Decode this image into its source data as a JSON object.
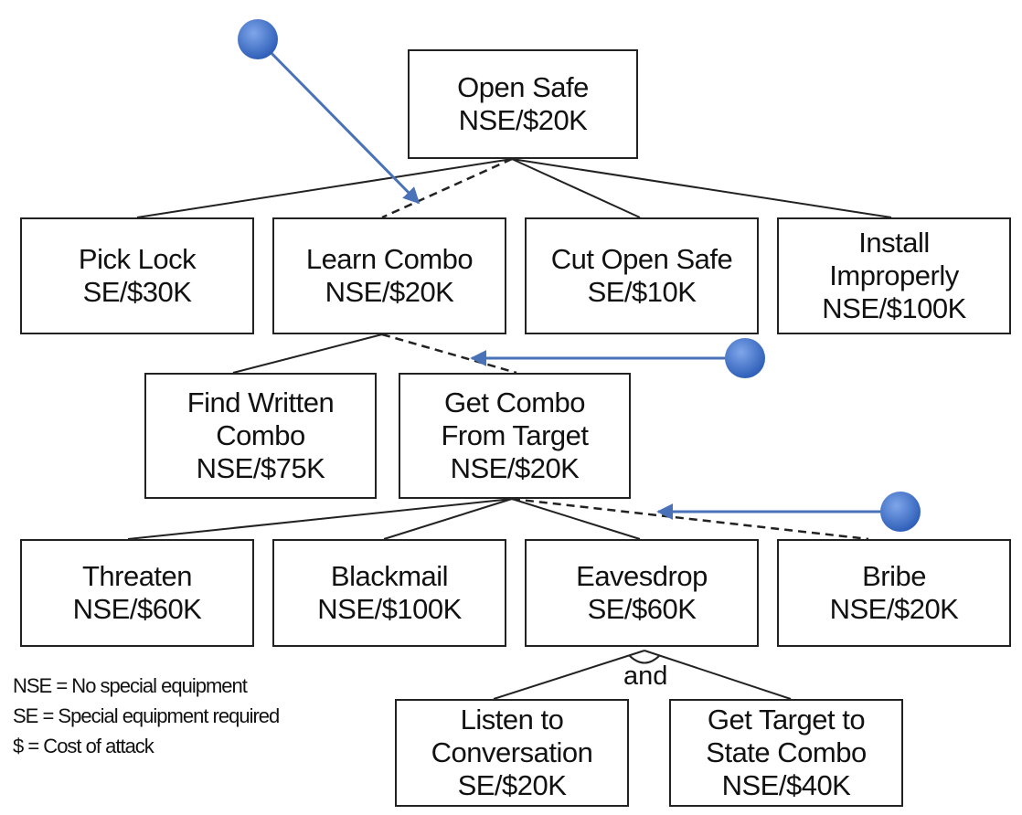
{
  "nodes": {
    "open_safe": {
      "lines": [
        "Open Safe",
        "NSE/$20K"
      ]
    },
    "pick_lock": {
      "lines": [
        "Pick Lock",
        "SE/$30K"
      ]
    },
    "learn_combo": {
      "lines": [
        "Learn Combo",
        "NSE/$20K"
      ]
    },
    "cut_open_safe": {
      "lines": [
        "Cut Open Safe",
        "SE/$10K"
      ]
    },
    "install_improperly": {
      "lines": [
        "Install",
        "Improperly",
        "NSE/$100K"
      ]
    },
    "find_written_combo": {
      "lines": [
        "Find Written",
        "Combo",
        "NSE/$75K"
      ]
    },
    "get_combo_from_target": {
      "lines": [
        "Get Combo",
        "From Target",
        "NSE/$20K"
      ]
    },
    "threaten": {
      "lines": [
        "Threaten",
        "NSE/$60K"
      ]
    },
    "blackmail": {
      "lines": [
        "Blackmail",
        "NSE/$100K"
      ]
    },
    "eavesdrop": {
      "lines": [
        "Eavesdrop",
        "SE/$60K"
      ]
    },
    "bribe": {
      "lines": [
        "Bribe",
        "NSE/$20K"
      ]
    },
    "listen_to_conversation": {
      "lines": [
        "Listen to",
        "Conversation",
        "SE/$20K"
      ]
    },
    "get_target_to_state_combo": {
      "lines": [
        "Get Target to",
        "State Combo",
        "NSE/$40K"
      ]
    }
  },
  "and_label": "and",
  "legend": [
    "NSE = No special equipment",
    "SE = Special equipment required",
    "$ = Cost of attack"
  ],
  "colors": {
    "arrow": "#4a72b8",
    "marker": "#3f6fc9",
    "line": "#222222"
  }
}
